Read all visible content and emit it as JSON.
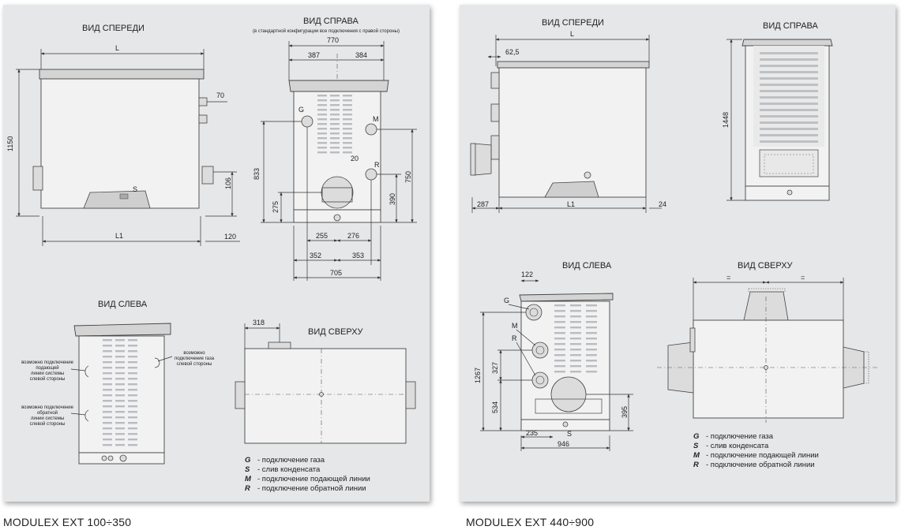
{
  "left": {
    "front_title": "ВИД СПЕРЕДИ",
    "right_title": "ВИД СПРАВА",
    "right_subtitle": "(в стандартной конфигурации все подключения с правой стороны)",
    "left_title": "ВИД СЛЕВА",
    "top_title": "ВИД СВЕРХУ",
    "dims_front": {
      "L": "L",
      "L1": "L1",
      "h1150": "1150",
      "d70": "70",
      "d106": "106",
      "d120": "120",
      "S": "S"
    },
    "dims_side": {
      "d770": "770",
      "d387": "387",
      "d384": "384",
      "d833": "833",
      "d275": "275",
      "d20": "20",
      "d750": "750",
      "d390": "390",
      "d255": "255",
      "d276": "276",
      "d352": "352",
      "d353": "353",
      "d705": "705",
      "G": "G",
      "M": "M",
      "R": "R"
    },
    "dims_top": {
      "d318": "318"
    },
    "notes": {
      "supply_left": [
        "возможно подключение",
        "подающей",
        "линии  системы",
        "слевой стороны"
      ],
      "return_left": [
        "возможно подключение",
        "обратной",
        "линии  системы",
        "слевой стороны"
      ],
      "gas_left": [
        "возможно",
        "подключение газа",
        "слевой стороны"
      ]
    },
    "legend": [
      {
        "key": "G",
        "text": "-  подключение газа"
      },
      {
        "key": "S",
        "text": "-  слив конденсата"
      },
      {
        "key": "M",
        "text": "-  подключение подающей линии"
      },
      {
        "key": "R",
        "text": "-  подключение обратной линии"
      }
    ]
  },
  "right": {
    "front_title": "ВИД СПЕРЕДИ",
    "right_title": "ВИД СПРАВА",
    "left_title": "ВИД СЛЕВА",
    "top_title": "ВИД СВЕРХУ",
    "dims_front": {
      "L": "L",
      "d62_5": "62,5",
      "d287": "287",
      "L1": "L1",
      "d24": "24"
    },
    "dims_right": {
      "d1448": "1448"
    },
    "dims_left": {
      "d122": "122",
      "G": "G",
      "M": "M",
      "R": "R",
      "d1267": "1267",
      "d327": "327",
      "d534": "534",
      "d395": "395",
      "d235": "235",
      "S": "S",
      "d946": "946"
    },
    "dims_top": {
      "eq1": "=",
      "eq2": "="
    },
    "legend": [
      {
        "key": "G",
        "text": "-  подключение газа"
      },
      {
        "key": "S",
        "text": "-  слив конденсата"
      },
      {
        "key": "M",
        "text": "-  подключение подающей линии"
      },
      {
        "key": "R",
        "text": "-  подключение обратной линии"
      }
    ]
  },
  "captions": {
    "left": "MODULEX EXT 100÷350",
    "right": "MODULEX EXT 440÷900"
  }
}
